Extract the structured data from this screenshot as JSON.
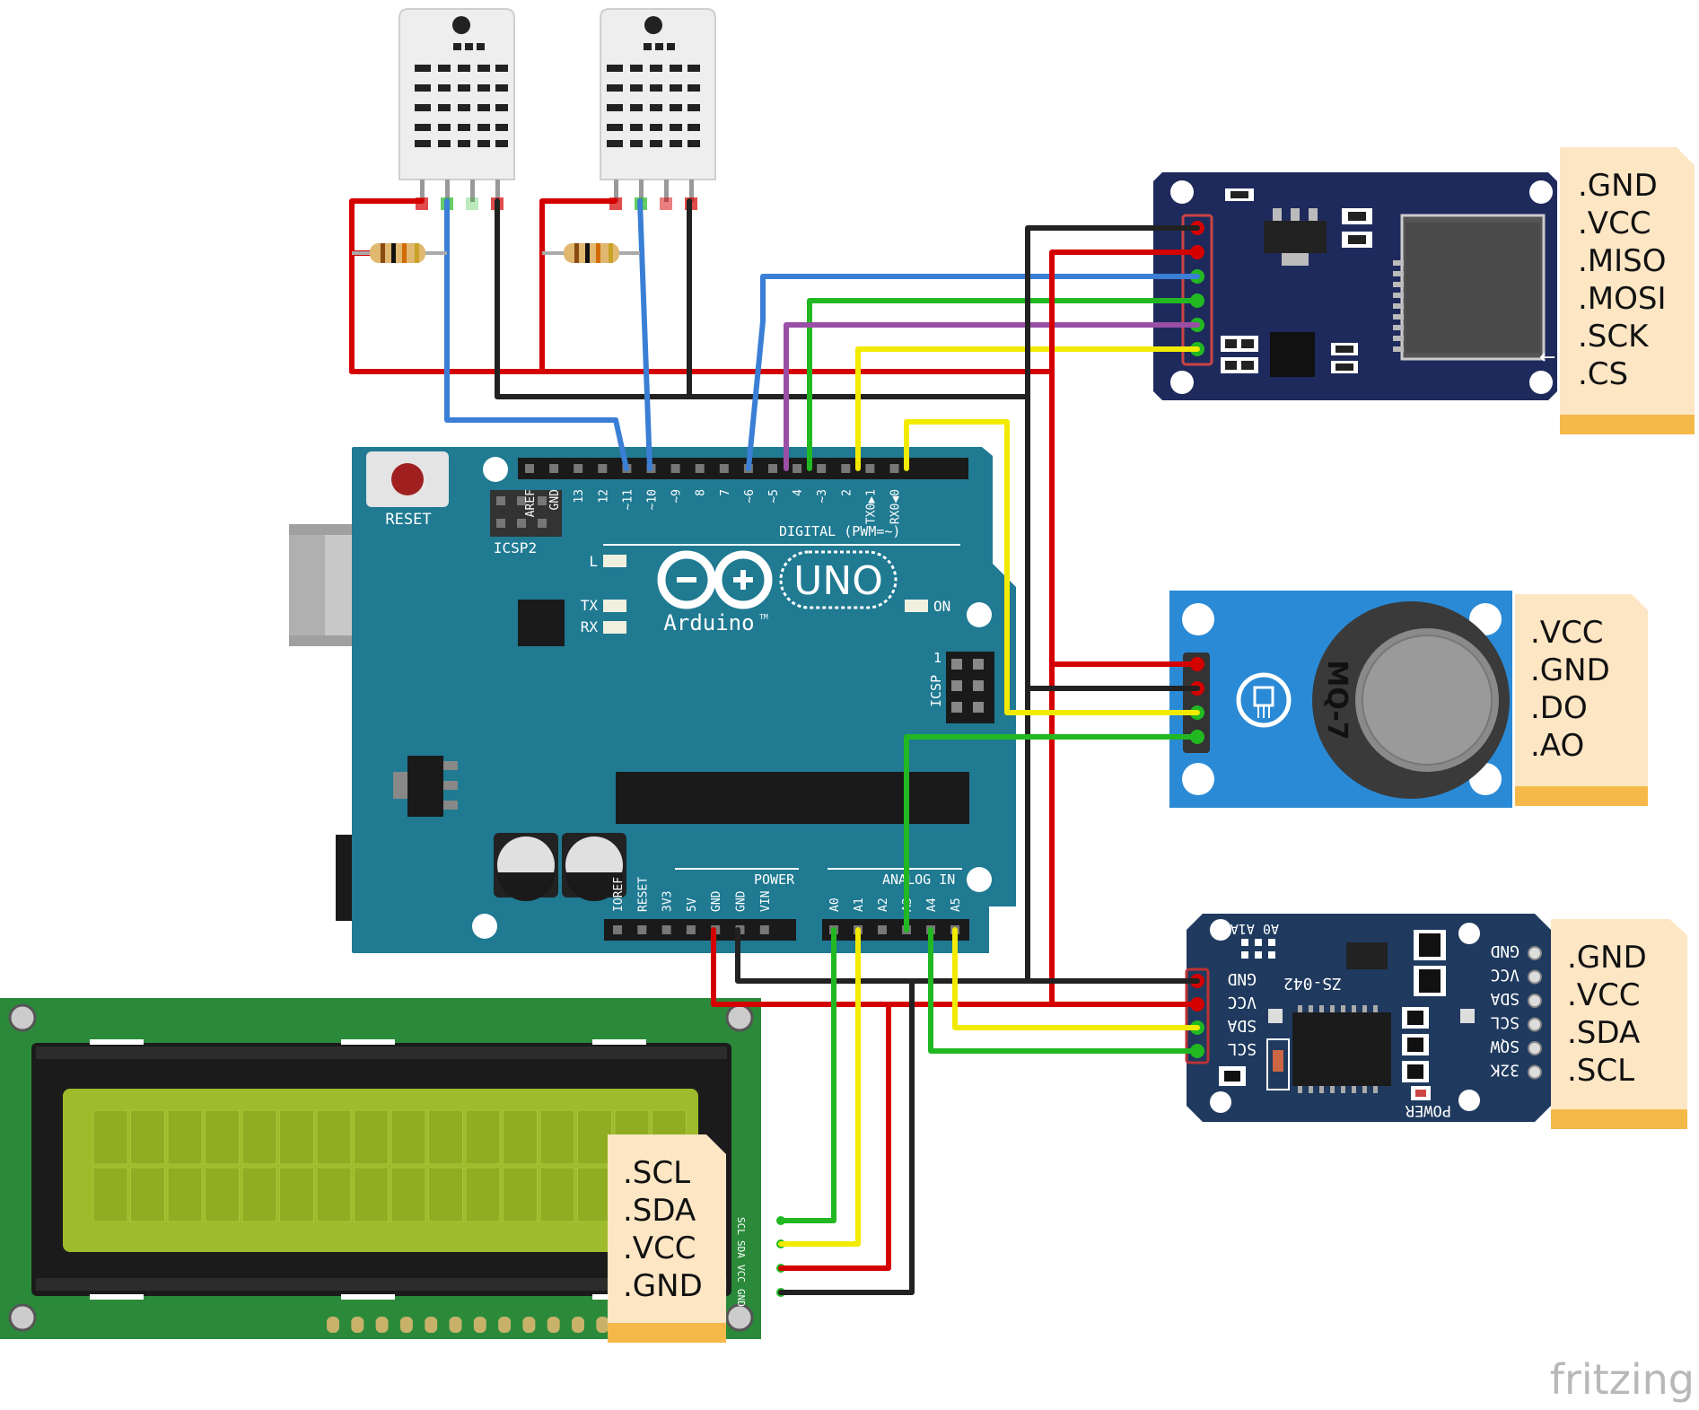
{
  "watermark": "fritzing",
  "arduino": {
    "reset_label": "RESET",
    "icsp2_label": "ICSP2",
    "icsp_label": "ICSP",
    "icsp_pin1": "1",
    "uno_label": "UNO",
    "brand": "Arduino",
    "tm": "TM",
    "led_l": "L",
    "led_tx": "TX",
    "led_rx": "RX",
    "led_on": "ON",
    "digital_label": "DIGITAL (PWM=~)",
    "power_label": "POWER",
    "analog_label": "ANALOG IN",
    "digital_pins": [
      "AREF",
      "GND",
      "13",
      "12",
      "~11",
      "~10",
      "~9",
      "8",
      "7",
      "~6",
      "~5",
      "4",
      "~3",
      "2",
      "TX0▶1",
      "RX0◀0"
    ],
    "power_pins": [
      "IOREF",
      "RESET",
      "3V3",
      "5V",
      "GND",
      "GND",
      "VIN"
    ],
    "analog_pins": [
      "A0",
      "A1",
      "A2",
      "A3",
      "A4",
      "A5"
    ]
  },
  "sd_module": {
    "note_lines": [
      ".GND",
      ".VCC",
      ".MISO",
      ".MOSI",
      ".SCK",
      ".CS"
    ]
  },
  "mq7_module": {
    "sensor_label": "MQ-7",
    "note_lines": [
      ".VCC",
      ".GND",
      ".DO",
      ".AO"
    ]
  },
  "rtc_module": {
    "address_label": "A0 A1A2",
    "chip_label": "ZS-042",
    "power_label": "POWER",
    "left_pins": [
      "GND",
      "VCC",
      "SDA",
      "SCL"
    ],
    "right_pins": [
      "GND",
      "VCC",
      "SDA",
      "SCL",
      "SQW",
      "32K"
    ],
    "note_lines": [
      ".GND",
      ".VCC",
      ".SDA",
      ".SCL"
    ]
  },
  "lcd_module": {
    "pins": [
      "SCL",
      "SDA",
      "VCC",
      "GND"
    ],
    "note_lines": [
      ".SCL",
      ".SDA",
      ".VCC",
      ".GND"
    ]
  },
  "colors": {
    "arduino_board": "#1f7a92",
    "wire_red": "#d40000",
    "wire_black": "#222222",
    "wire_blue": "#3a7fd5",
    "wire_green": "#22b822",
    "wire_yellow": "#f2ea00",
    "wire_purple": "#9a4fa6",
    "note_bg": "#fde6c4",
    "note_bar": "#f5b94a"
  }
}
